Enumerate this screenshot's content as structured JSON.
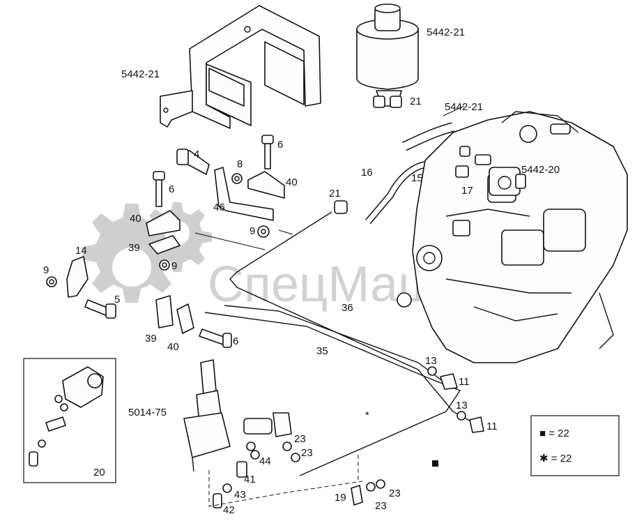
{
  "watermark": "СпецМаш",
  "callouts": {
    "tank_top": "5442-21",
    "bracket_top": "5442-21",
    "hose_right": "5442-21",
    "pump_right": "5442-20",
    "valve_assembly": "5014-75",
    "c21a": "21",
    "c21b": "21",
    "c16": "16",
    "c15": "15",
    "c17": "17",
    "c4": "4",
    "c8": "8",
    "c6a": "6",
    "c40a": "40",
    "c46": "46",
    "c6b": "6",
    "c40b": "40",
    "c9a": "9",
    "c39a": "39",
    "c9b": "9",
    "c14": "14",
    "c9c": "9",
    "c5": "5",
    "c36": "36",
    "c39b": "39",
    "c40c": "40",
    "c6c": "6",
    "c35": "35",
    "c13a": "13",
    "c11a": "11",
    "c13b": "13",
    "c11b": "11",
    "c23a": "23",
    "c23b": "23",
    "c44": "44",
    "c41": "41",
    "c43": "43",
    "c42": "42",
    "c19": "19",
    "c23c": "23",
    "c23d": "23",
    "c20": "20",
    "star_mark": "*"
  },
  "legend": {
    "square_row": "■ = 22",
    "star_row": "✱ = 22"
  }
}
